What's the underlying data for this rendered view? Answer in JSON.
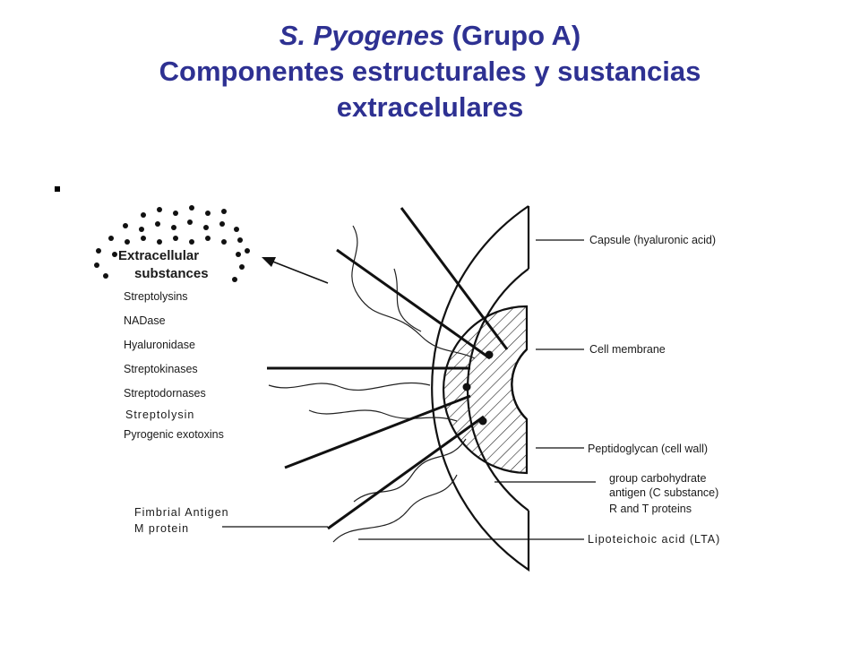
{
  "title": {
    "line1_italic": "S. Pyogenes",
    "line1_rest": " (Grupo A)",
    "line2": "Componentes estructurales y sustancias",
    "line3": "extracelulares"
  },
  "extracellular": {
    "heading_line1": "Extracellular",
    "heading_line2": "substances",
    "items": [
      "Streptolysins",
      "NADase",
      "Hyaluronidase",
      "Streptokinases",
      "Streptodornases",
      "Streptolysin",
      "Pyrogenic exotoxins"
    ]
  },
  "left_labels": {
    "fimbrial": "Fimbrial Antigen",
    "mprotein": "M protein"
  },
  "right_labels": {
    "capsule": "Capsule  (hyaluronic acid)",
    "membrane": "Cell membrane",
    "peptidoglycan": "Peptidoglycan (cell wall)",
    "carb1": "group carbohydrate",
    "carb2": "antigen (C substance)",
    "rt": "R and T proteins",
    "lta": "Lipoteichoic acid (LTA)"
  }
}
